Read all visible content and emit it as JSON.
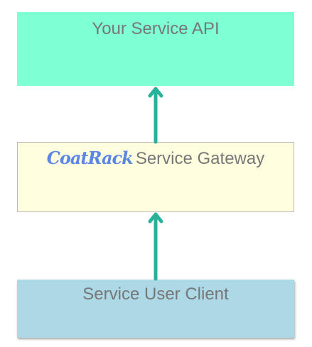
{
  "diagram": {
    "nodes": {
      "api": {
        "label": "Your Service API"
      },
      "gateway": {
        "logo_text": "CoatRack",
        "label": "Service Gateway"
      },
      "client": {
        "label": "Service User Client"
      }
    },
    "edges": [
      {
        "from": "client",
        "to": "gateway"
      },
      {
        "from": "gateway",
        "to": "api"
      }
    ],
    "colors": {
      "api_fill": "#7fffd4",
      "gateway_fill": "#ffffe0",
      "client_fill": "#add8e6",
      "arrow": "#26b39a",
      "label_text": "#777777",
      "logo": "#5b86e5"
    }
  }
}
